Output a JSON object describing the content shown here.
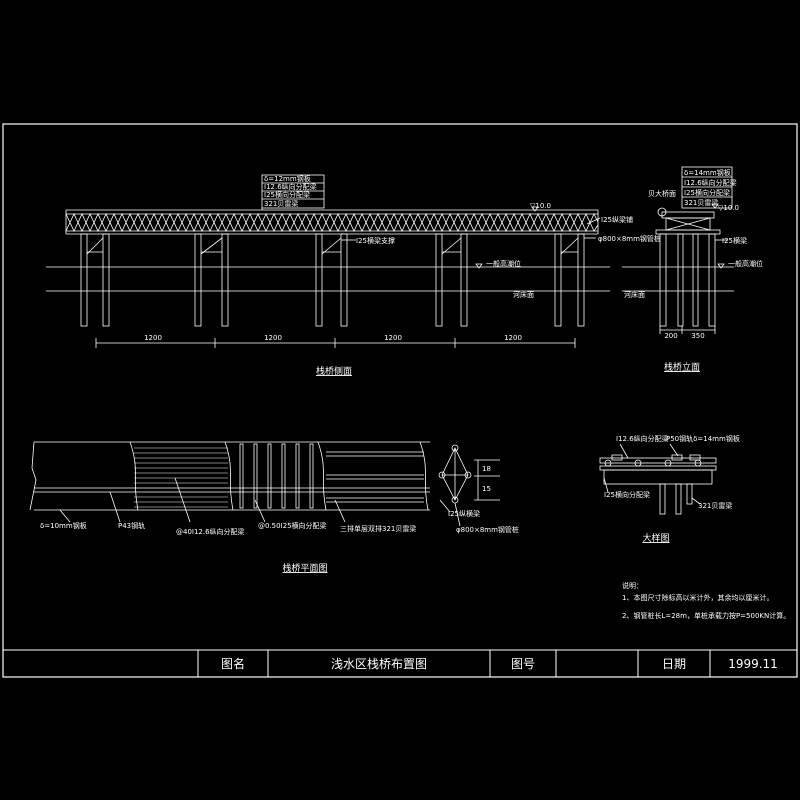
{
  "colors": {
    "background": "#000000",
    "lines": "#ffffff"
  },
  "elevation": {
    "caption": "栈桥侧面",
    "spans": [
      "1200",
      "1200",
      "1200",
      "1200"
    ],
    "level_top": "▽10.0",
    "water_level": "一般高潮位",
    "riverbed": "河床面",
    "bracket": "I25纵梁铺",
    "pile": "φ800×8mm钢管桩",
    "brace": "I25横梁支撑",
    "layers": [
      "δ=12mm钢板",
      "I12.6纵向分配梁",
      "I25横向分配梁",
      "321贝雷梁"
    ]
  },
  "section": {
    "caption": "栈桥立面",
    "title_label": "贝大桥面",
    "layers": [
      "δ=14mm钢板",
      "I12.6纵向分配梁",
      "I25横向分配梁",
      "321贝雷梁"
    ],
    "level_top": "▽10.0",
    "water_level": "一般高潮位",
    "riverbed": "河床面",
    "brace": "I25横梁",
    "dim_left": "200",
    "dim_right": "350"
  },
  "plan": {
    "caption": "栈桥平面图",
    "labels": [
      "δ=10mm钢板",
      "P43钢轨",
      "@40I12.6纵向分配梁",
      "@0.50I25横向分配梁",
      "三排单层双排321贝雷梁",
      "I25纵横梁",
      "φ800×8mm钢管桩"
    ],
    "dim1": "18",
    "dim2": "15"
  },
  "detail": {
    "caption": "大样图",
    "labels": [
      "I12.6纵向分配梁",
      "P50钢轨δ=14mm钢板",
      "I25横向分配梁",
      "321贝雷梁"
    ]
  },
  "notes": {
    "heading": "说明：",
    "items": [
      "1、本图尺寸除标高以米计外，其余均以厘米计。",
      "2、钢管桩长L=28m，单桩承载力按P=500KN计算。"
    ]
  },
  "titleblock": {
    "name_label": "图名",
    "name_value": "浅水区栈桥布置图",
    "number_label": "图号",
    "number_value": "",
    "date_label": "日期",
    "date_value": "1999.11"
  }
}
